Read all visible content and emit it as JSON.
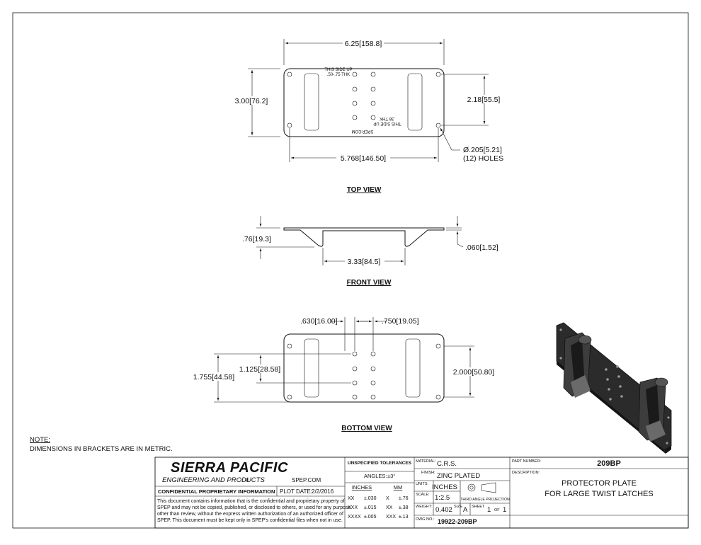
{
  "top_view": {
    "title": "TOP VIEW",
    "overall_width": "6.25[158.8]",
    "overall_height": "3.00[76.2]",
    "inner_height": "2.18[55.5]",
    "hole_spacing": "5.768[146.50]",
    "hole_dia": "Ø.205[5.21]",
    "hole_count": "(12) HOLES",
    "marking_1": "THIS SIDE UP",
    "marking_2": ".50-.75 THK",
    "marking_3": "THIS SIDE UP",
    "marking_4": ".38 THK",
    "marking_5": "SPEP.COM"
  },
  "front_view": {
    "title": "FRONT VIEW",
    "height": ".76[19.3]",
    "thickness": ".060[1.52]",
    "spacing": "3.33[84.5]"
  },
  "bottom_view": {
    "title": "BOTTOM VIEW",
    "dim_a": ".630[16.00]",
    "dim_b": ".750[19.05]",
    "dim_c": "1.755[44.58]",
    "dim_d": "1.125[28.58]",
    "dim_e": "2.000[50.80]"
  },
  "note": {
    "title": "NOTE:",
    "text": "DIMENSIONS IN BRACKETS ARE IN METRIC."
  },
  "title_block": {
    "company": "SIERRA PACIFIC",
    "subtitle": "ENGINEERING AND PRODUCTS",
    "registered": "®",
    "website": "SPEP.COM",
    "confidential_title": "CONFIDENTIAL PROPRIETARY INFORMATION",
    "plot_date_label": "PLOT DATE:",
    "plot_date": "2/2/2016",
    "confidential_text": [
      "This document contains information that is the confidential and proprietary property of",
      "SPEP and may not be copied, published, or disclosed to others, or used for any purpose",
      "other than review, without the express written authorization of an authorized officer of",
      "SPEP. This document must be kept only in SPEP's confidential files when not in use."
    ],
    "tolerances_title": "UNSPECIFIED TOLERANCES",
    "angles_label": "ANGLES:",
    "angles_value": "±3°",
    "inches_header": "INCHES",
    "mm_header": "MM",
    "tol_rows": [
      {
        "in_key": "XX",
        "in_val": "±.030",
        "mm_key": "X",
        "mm_val": "±.76"
      },
      {
        "in_key": "XXX",
        "in_val": "±.015",
        "mm_key": "XX",
        "mm_val": "±.38"
      },
      {
        "in_key": "XXXX",
        "in_val": "±.005",
        "mm_key": "XXX",
        "mm_val": "±.13"
      }
    ],
    "material_label": "MATERIAL:",
    "material": "C.R.S.",
    "finish_label": "FINISH:",
    "finish": "ZINC PLATED",
    "units_label": "UNITS:",
    "units": "INCHES",
    "projection_label": "THIRD ANGLE PROJECTION",
    "scale_label": "SCALE:",
    "scale": "1:2.5",
    "weight_label": "WEIGHT:",
    "weight": "0.402",
    "size_label": "SIZE",
    "size": "A",
    "sheet_label": "SHEET",
    "sheet": "1",
    "of_label": "OF",
    "sheet_total": "1",
    "dwg_label": "DWG NO.:",
    "dwg_no": "19922-209BP",
    "part_label": "PART NUMBER:",
    "part_number": "209BP",
    "desc_label": "DESCRIPTION:",
    "description_1": "PROTECTOR PLATE",
    "description_2": "FOR LARGE TWIST LATCHES"
  }
}
